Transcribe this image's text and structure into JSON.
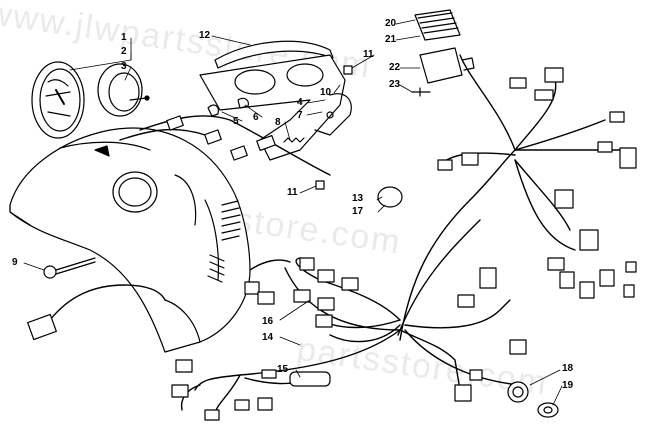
{
  "watermark": {
    "text_primary": "www.jlwpartsstore.com",
    "text_secondary": "partsstore.com"
  },
  "callouts": {
    "c1": "1",
    "c2": "2",
    "c3": "3",
    "c4": "4",
    "c5": "5",
    "c6": "6",
    "c7": "7",
    "c8": "8",
    "c9": "9",
    "c10": "10",
    "c11a": "11",
    "c11b": "11",
    "c12": "12",
    "c13": "13",
    "c14": "14",
    "c15": "15",
    "c16": "16",
    "c17": "17",
    "c18": "18",
    "c19": "19",
    "c20": "20",
    "c21": "21",
    "c22": "22",
    "c23": "23"
  }
}
